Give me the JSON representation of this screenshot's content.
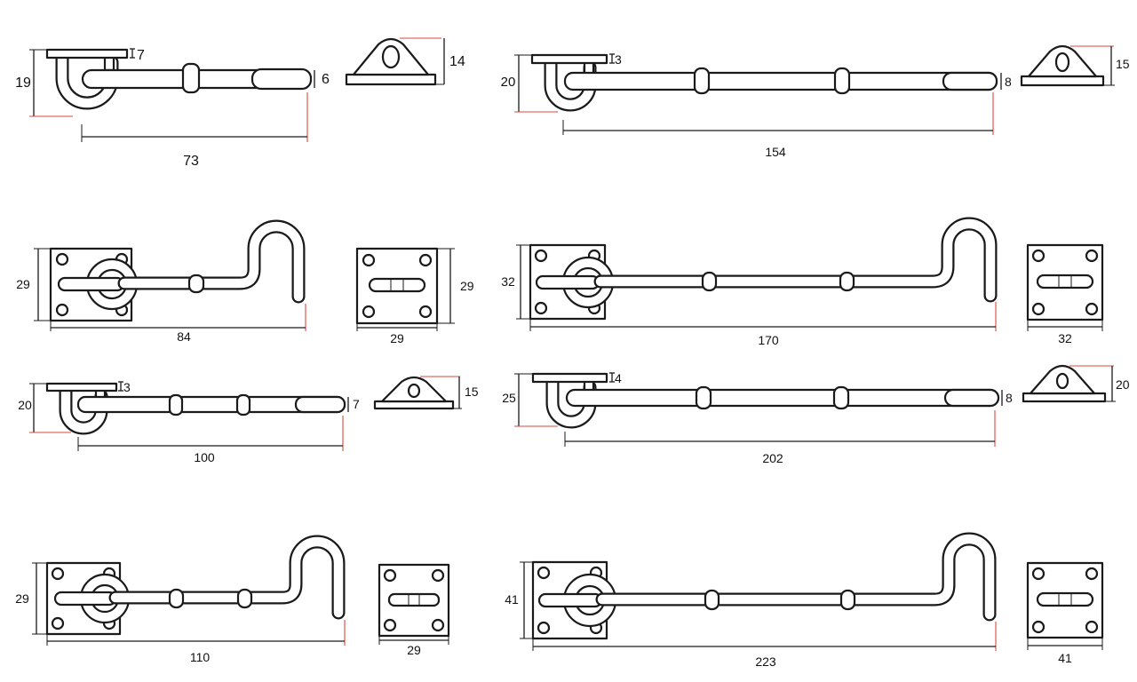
{
  "colors": {
    "line": "#1a1a1a",
    "accent": "#e0463c",
    "background": "#ffffff"
  },
  "hooks": [
    {
      "id": "h1",
      "style": "side",
      "length": "73",
      "height": "19",
      "wire": "6",
      "plate": "7"
    },
    {
      "id": "h2",
      "style": "side",
      "length": "154",
      "height": "20",
      "wire": "8",
      "plate": "3"
    },
    {
      "id": "h3",
      "style": "side",
      "length": "100",
      "height": "20",
      "wire": "7",
      "plate": "3"
    },
    {
      "id": "h4",
      "style": "side",
      "length": "202",
      "height": "25",
      "wire": "8",
      "plate": "4"
    },
    {
      "id": "h5",
      "style": "front",
      "length": "84",
      "height": "29"
    },
    {
      "id": "h6",
      "style": "front",
      "length": "170",
      "height": "32"
    },
    {
      "id": "h7",
      "style": "front",
      "length": "110",
      "height": "29"
    },
    {
      "id": "h8",
      "style": "front",
      "length": "223",
      "height": "41"
    }
  ],
  "eyes": [
    {
      "id": "e1",
      "style": "side",
      "height": "14"
    },
    {
      "id": "e2",
      "style": "side",
      "height": "15"
    },
    {
      "id": "e3",
      "style": "side",
      "height": "15"
    },
    {
      "id": "e4",
      "style": "side",
      "height": "20"
    },
    {
      "id": "e5",
      "style": "front",
      "width": "29",
      "height": "29"
    },
    {
      "id": "e6",
      "style": "front",
      "width": "32"
    },
    {
      "id": "e7",
      "style": "front",
      "width": "29"
    },
    {
      "id": "e8",
      "style": "front",
      "width": "41"
    }
  ]
}
